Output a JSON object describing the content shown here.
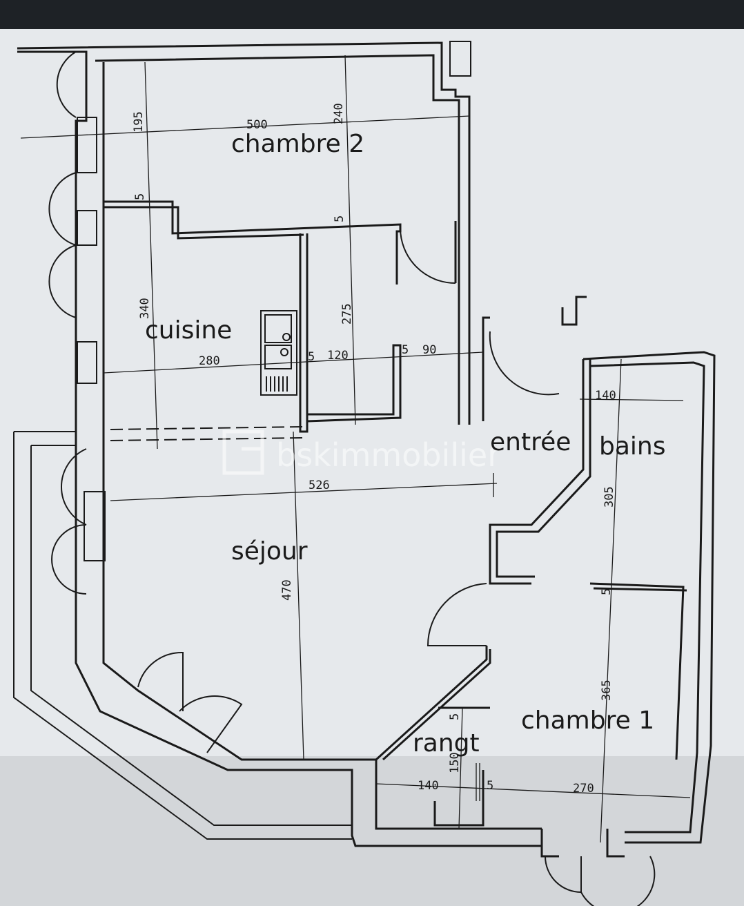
{
  "rooms": {
    "chambre2": "chambre 2",
    "cuisine": "cuisine",
    "entree": "entrée",
    "bains": "bains",
    "sejour": "séjour",
    "chambre1": "chambre 1",
    "rangement": "rangt"
  },
  "dimensions": {
    "ch2_width": "500",
    "ch2_h1": "195",
    "ch2_h2": "240",
    "wall_5a": "5",
    "wall_5b": "5",
    "cuisine_h": "340",
    "cuisine_w": "280",
    "closet_h": "275",
    "d_5c": "5",
    "d_120": "120",
    "d_5d": "5",
    "d_90": "90",
    "bains_w": "140",
    "bains_h": "305",
    "d_5e": "5",
    "sejour_w": "526",
    "sejour_h": "470",
    "ch1_h": "365",
    "d_5f": "5",
    "rangt_h": "150",
    "rangt_w": "140",
    "d_5g": "5",
    "ch1_w": "270"
  },
  "watermark": "bskimmobilier"
}
